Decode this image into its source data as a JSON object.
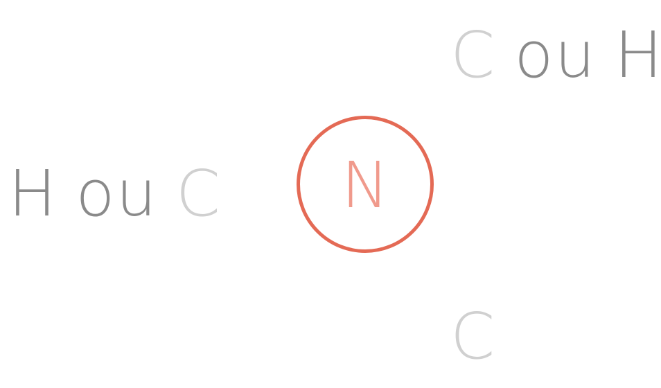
{
  "colors": {
    "ring": "#e46a55",
    "center_letter": "#f09a8c",
    "dark_text": "#8a8a8a",
    "light_text": "#d0d0d0"
  },
  "center": {
    "letter": "N"
  },
  "substituents": {
    "top_right": {
      "first": "C",
      "middle": "ou",
      "last": "H"
    },
    "left": {
      "first": "H",
      "middle": "ou",
      "last": "C"
    },
    "bottom": {
      "letter": "C"
    }
  }
}
